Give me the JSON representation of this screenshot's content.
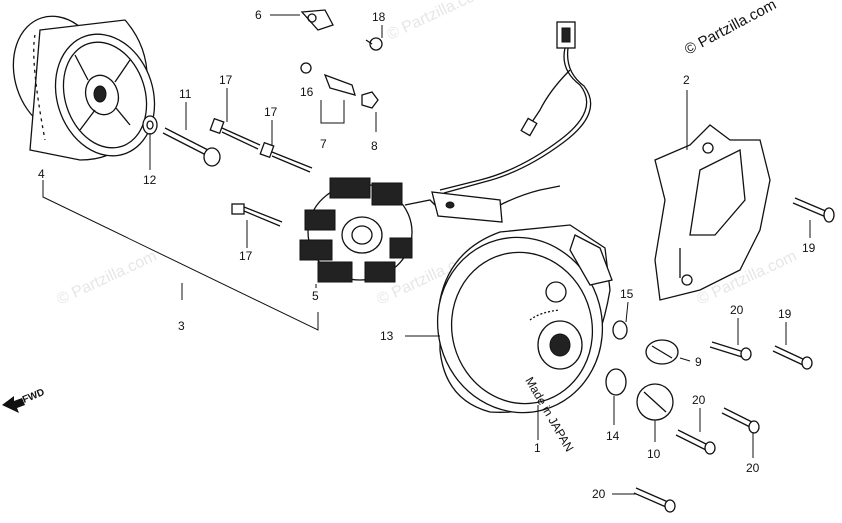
{
  "copyright": "© Partzilla.com",
  "watermark_text": "© Partzilla.com",
  "fwd_label": "FWD",
  "cover_stamp": "Made in JAPAN",
  "parts": {
    "p1": "1",
    "p2": "2",
    "p3": "3",
    "p4": "4",
    "p5": "5",
    "p6": "6",
    "p7": "7",
    "p8": "8",
    "p9": "9",
    "p10": "10",
    "p11": "11",
    "p12": "12",
    "p13": "13",
    "p14": "14",
    "p15": "15",
    "p16": "16",
    "p17a": "17",
    "p17b": "17",
    "p17c": "17",
    "p18": "18",
    "p19a": "19",
    "p19b": "19",
    "p20a": "20",
    "p20b": "20",
    "p20c": "20",
    "p20d": "20"
  }
}
